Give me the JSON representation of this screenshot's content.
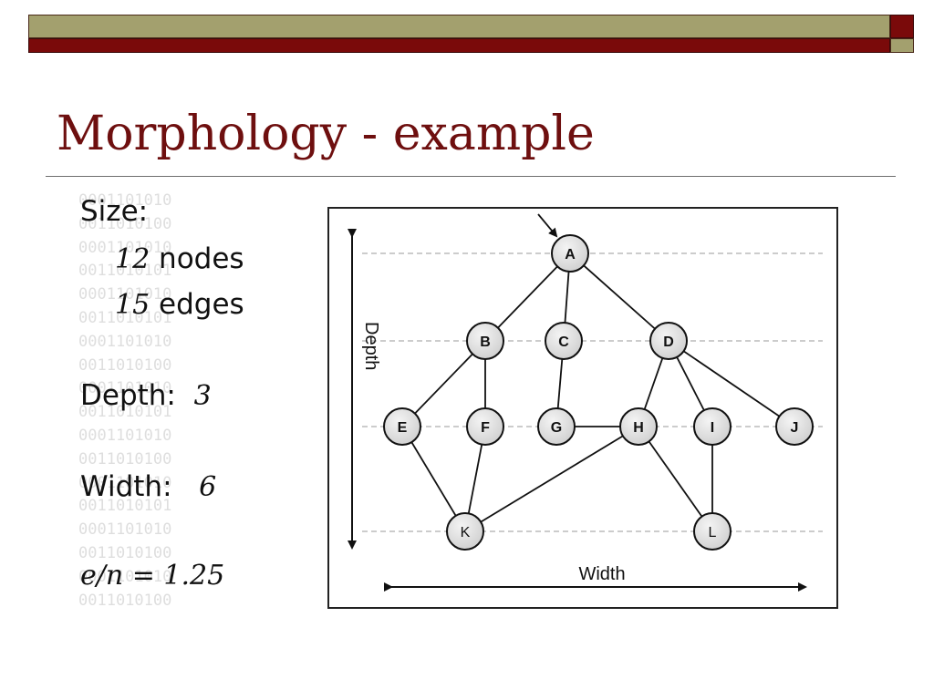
{
  "colors": {
    "bar_olive": "#a3a06e",
    "bar_maroon": "#7a0a0a",
    "title_color": "#6e0f0f"
  },
  "slide": {
    "title": "Morphology - example"
  },
  "decoration": {
    "binary_lines": [
      "0001101010",
      "0011010100",
      "0001101010",
      "0011010101",
      "0001101010",
      "0011010101",
      "0001101010",
      "0011010100",
      "0001101010",
      "0011010101",
      "0001101010",
      "0011010100",
      "0001101010",
      "0011010101",
      "0001101010",
      "0011010100",
      "0001101010",
      "0011010100"
    ]
  },
  "stats": {
    "size_label": "Size:",
    "nodes_count": "12",
    "nodes_label": "nodes",
    "edges_count": "15",
    "edges_label": "edges",
    "depth_label": "Depth:",
    "depth_value": "3",
    "width_label": "Width:",
    "width_value": "6",
    "ratio": "e/n = 1.25"
  },
  "diagram": {
    "depth_axis_label": "Depth",
    "width_axis_label": "Width",
    "nodes": [
      {
        "id": "A",
        "level": 0
      },
      {
        "id": "B",
        "level": 1
      },
      {
        "id": "C",
        "level": 1
      },
      {
        "id": "D",
        "level": 1
      },
      {
        "id": "E",
        "level": 2
      },
      {
        "id": "F",
        "level": 2
      },
      {
        "id": "G",
        "level": 2
      },
      {
        "id": "H",
        "level": 2
      },
      {
        "id": "I",
        "level": 2
      },
      {
        "id": "J",
        "level": 2
      },
      {
        "id": "K",
        "level": 3
      },
      {
        "id": "L",
        "level": 3
      }
    ],
    "edges": [
      [
        "A",
        "B"
      ],
      [
        "A",
        "C"
      ],
      [
        "A",
        "D"
      ],
      [
        "B",
        "E"
      ],
      [
        "B",
        "F"
      ],
      [
        "C",
        "G"
      ],
      [
        "D",
        "H"
      ],
      [
        "D",
        "I"
      ],
      [
        "D",
        "J"
      ],
      [
        "G",
        "H"
      ],
      [
        "E",
        "K"
      ],
      [
        "F",
        "K"
      ],
      [
        "H",
        "K"
      ],
      [
        "H",
        "L"
      ],
      [
        "I",
        "L"
      ]
    ]
  }
}
